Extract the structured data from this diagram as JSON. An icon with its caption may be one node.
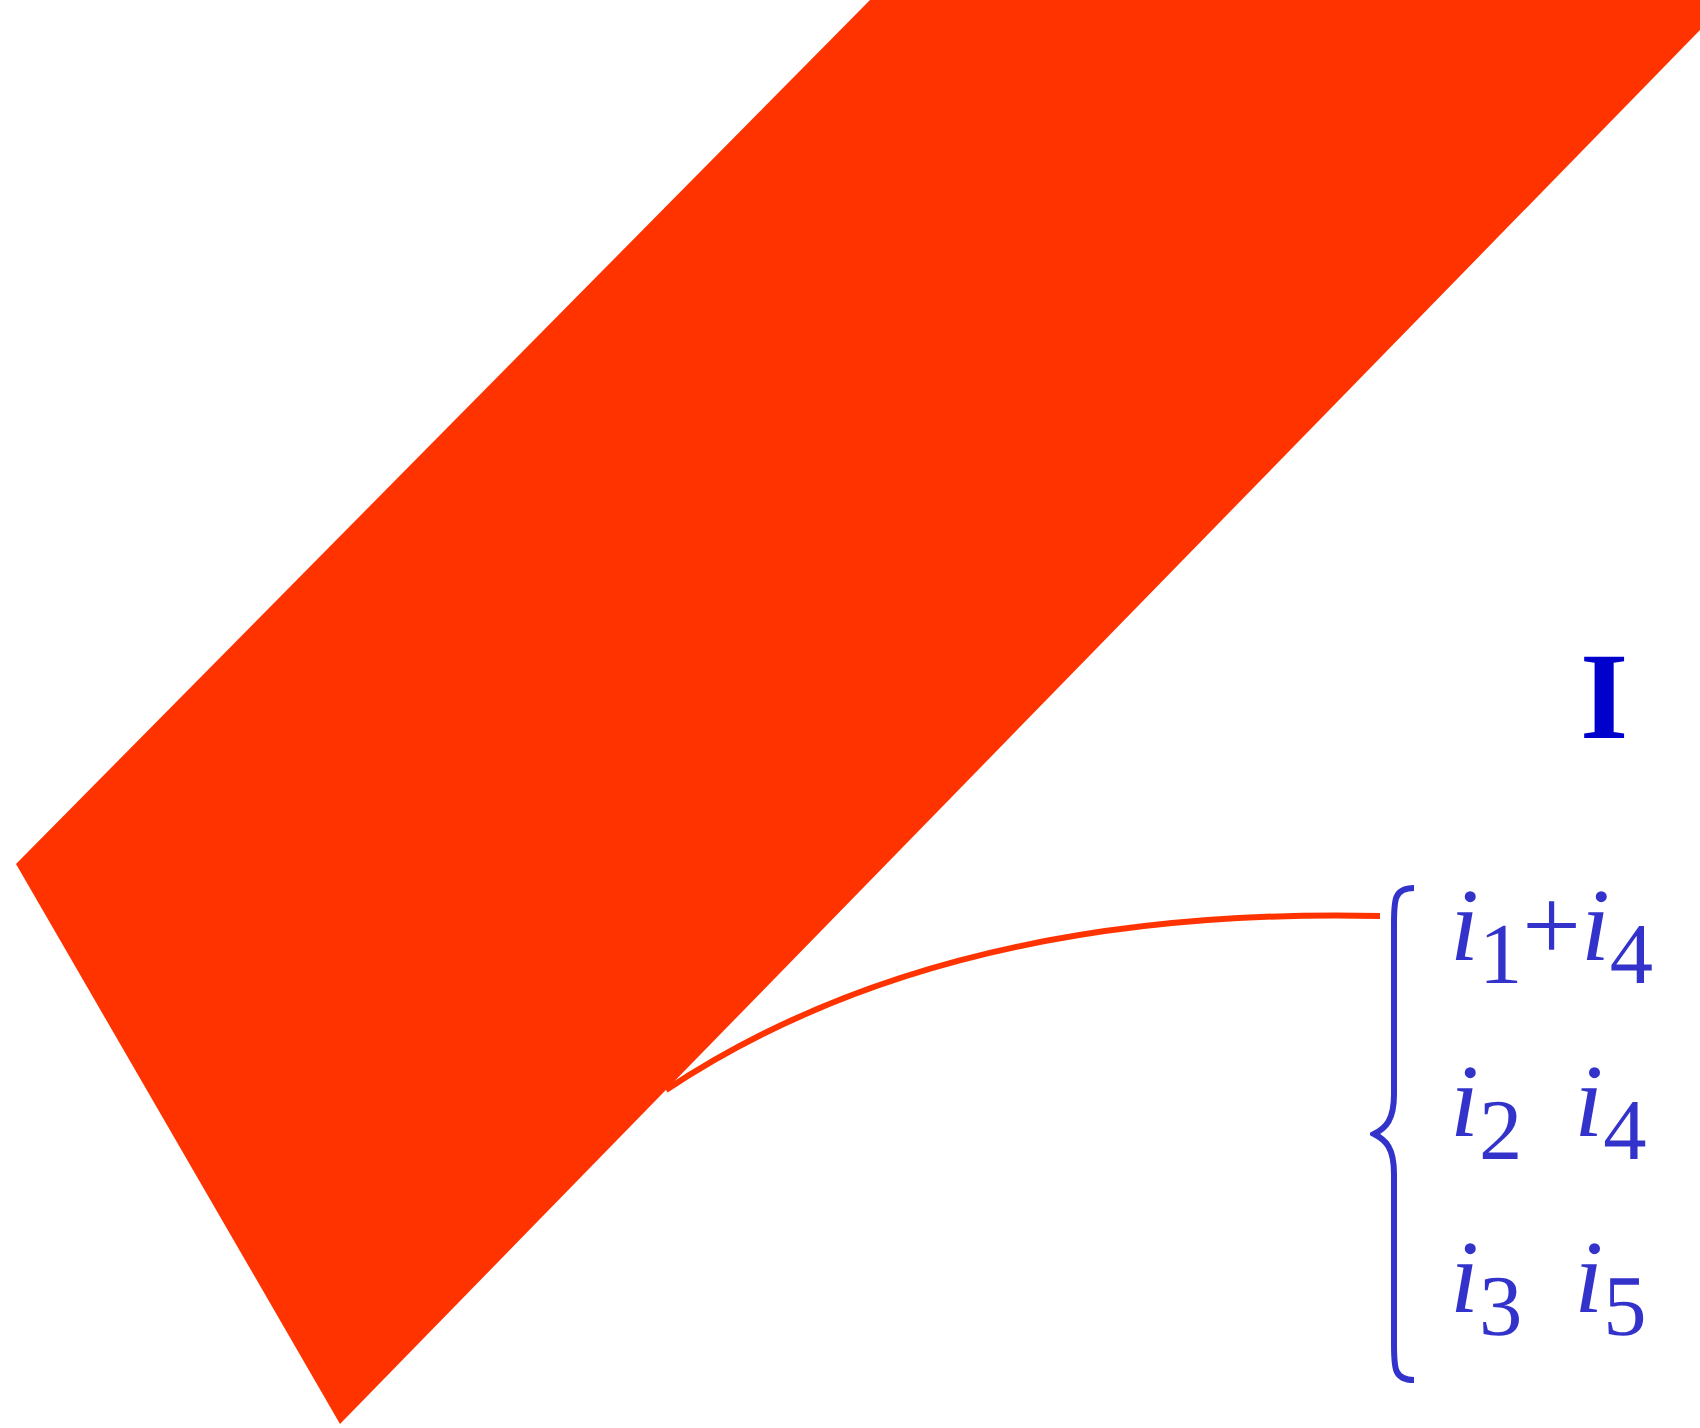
{
  "diagram": {
    "nodes": [
      {
        "text": [],
        "shape": "bar"
      },
      {
        "text": [
          "*i*$_{1}$+*i*$_{4}$",
          "*i*$_{2}$  *i*$_{4}$",
          "*i*$_{3}$  *i*$_{5}$"
        ]
      }
    ],
    "edges": [
      {
        "from": 0,
        "to": 1,
        "arrow": "none"
      }
    ],
    "labels": [
      "I"
    ]
  }
}
